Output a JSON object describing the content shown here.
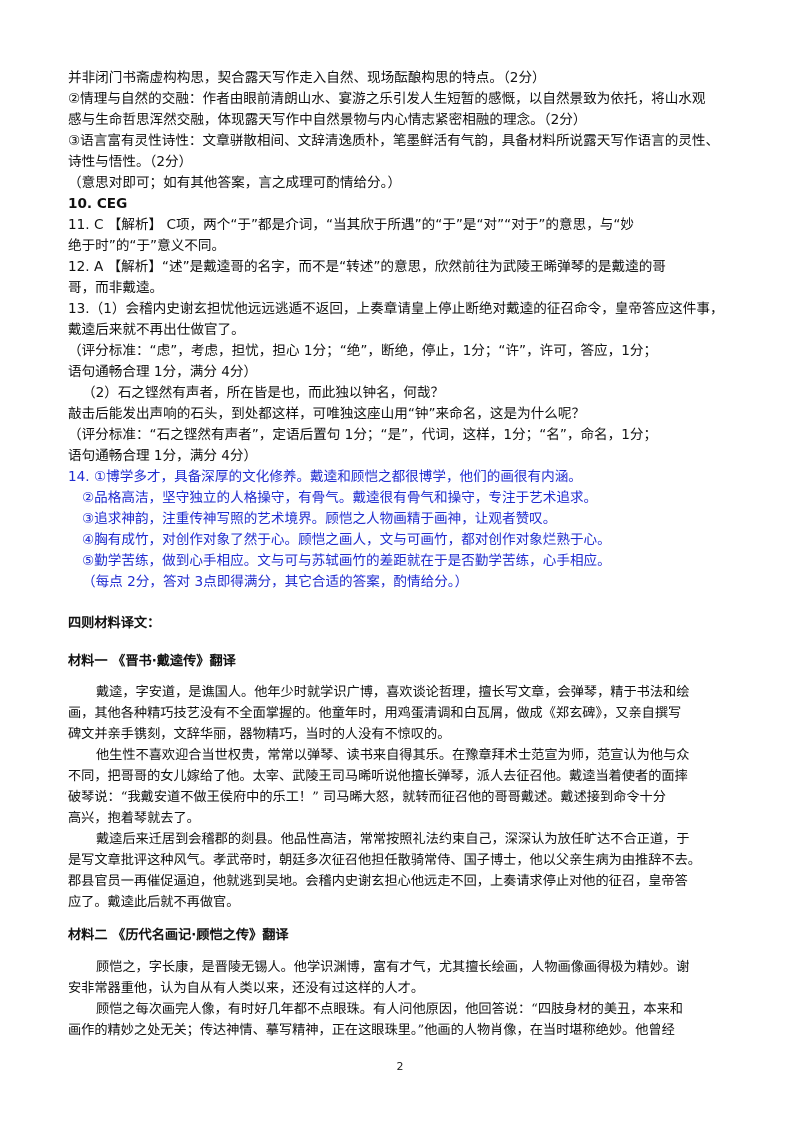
{
  "answers": [
    {
      "text": "并非闭门书斋虚构构思，契合露天写作走入自然、现场酝酿构思的特点。（2分）"
    },
    {
      "text": "②情理与自然的交融：作者由眼前清朗山水、宴游之乐引发人生短暂的感慨，以自然景致为依托，将山水观"
    },
    {
      "text": "感与生命哲思浑然交融，体现露天写作中自然景物与内心情志紧密相融的理念。（2分）"
    },
    {
      "text": "③语言富有灵性诗性：文章骈散相间、文辞清逸质朴，笔墨鲜活有气韵，具备材料所说露天写作语言的灵性、"
    },
    {
      "text": "诗性与悟性。（2分）"
    },
    {
      "text": "（意思对即可；如有其他答案，言之成理可酌情给分。）"
    },
    {
      "text": "10.   CEG"
    },
    {
      "text": "11. C  【解析】 C项，两个“于”都是介词，“当其欣于所遇”的“于”是“对”“对于”的意思，与“妙"
    },
    {
      "text": "绝于时”的“于”意义不同。"
    },
    {
      "text": "12.   A  【解析】“述”是戴逵哥的名字，而不是“转述”的意思，欣然前往为武陵王晞弹琴的是戴逵的哥"
    },
    {
      "text": "哥，而非戴逵。"
    },
    {
      "text": "13.（1）会稽内史谢玄担忧他远远逃遁不返回，上奏章请皇上停止断绝对戴逵的征召命令，皇帝答应这件事，"
    },
    {
      "text": "戴逵后来就不再出仕做官了。"
    },
    {
      "text": "（评分标准：“虑”，考虑，担忧，担心 1分；“绝”，断绝，停止，1分；“许”，许可，答应，1分；"
    },
    {
      "text": "语句通畅合理 1分，满分 4分）"
    },
    {
      "text": "（2）石之铿然有声者，所在皆是也，而此独以钟名，何哉？"
    },
    {
      "text": "敲击后能发出声响的石头，到处都这样，可唯独这座山用“钟”来命名，这是为什么呢？"
    },
    {
      "text": "（评分标准：“石之铿然有声者”，定语后置句 1分；“是”，代词，这样，1分；“名”，命名，1分；"
    },
    {
      "text": "语句通畅合理 1分，满分 4分）"
    },
    {
      "text": "14. ①博学多才，具备深厚的文化修养。戴逵和顾恺之都很博学，他们的画很有内涵。"
    },
    {
      "text": "②品格高洁，坚守独立的人格操守，有骨气。戴逵很有骨气和操守，专注于艺术追求。"
    },
    {
      "text": "③追求神韵，注重传神写照的艺术境界。顾恺之人物画精于画神，让观者赞叹。"
    },
    {
      "text": "④胸有成竹，对创作对象了然于心。顾恺之画人，文与可画竹，都对创作对象烂熟于心。"
    },
    {
      "text": "⑤勤学苦练，做到心手相应。文与可与苏轼画竹的差距就在于是否勤学苦练，心手相应。"
    },
    {
      "text": "（每点 2分，答对 3点即得满分，其它合适的答案，酌情给分。）"
    }
  ],
  "translations_heading": "四则材料译文：",
  "material1": {
    "heading": "材料一 《晋书·戴逵传》翻译",
    "lines": [
      "戴逵，字安道，是谯国人。他年少时就学识广博，喜欢谈论哲理，擅长写文章，会弹琴，精于书法和绘",
      "画，其他各种精巧技艺没有不全面掌握的。他童年时，用鸡蛋清调和白瓦屑，做成《郑玄碑》，又亲自撰写",
      "碑文并亲手镌刻，文辞华丽，器物精巧，当时的人没有不惊叹的。",
      "他生性不喜欢迎合当世权贵，常常以弹琴、读书来自得其乐。在豫章拜术士范宣为师，范宣认为他与众",
      "不同，把哥哥的女儿嫁给了他。太宰、武陵王司马晞听说他擅长弹琴，派人去征召他。戴逵当着使者的面摔",
      "破琴说：“我戴安道不做王侯府中的乐工！” 司马晞大怒，就转而征召他的哥哥戴述。戴述接到命令十分",
      "高兴，抱着琴就去了。",
      "戴逵后来迁居到会稽郡的剡县。他品性高洁，常常按照礼法约束自己，深深认为放任旷达不合正道，于",
      "是写文章批评这种风气。孝武帝时，朝廷多次征召他担任散骑常侍、国子博士，他以父亲生病为由推辞不去。",
      "郡县官员一再催促逼迫，他就逃到吴地。会稽内史谢玄担心他远走不回，上奏请求停止对他的征召，皇帝答",
      "应了。戴逵此后就不再做官。"
    ]
  },
  "material2": {
    "heading": "材料二 《历代名画记·顾恺之传》翻译",
    "lines": [
      "顾恺之，字长康，是晋陵无锡人。他学识渊博，富有才气，尤其擅长绘画，人物画像画得极为精妙。谢",
      "安非常器重他，认为自从有人类以来，还没有过这样的人才。",
      "顾恺之每次画完人像，有时好几年都不点眼珠。有人问他原因，他回答说：“四肢身材的美丑，本来和",
      "画作的精妙之处无关；传达神情、摹写精神，正在这眼珠里。”他画的人物肖像，在当时堪称绝妙。他曾经"
    ]
  },
  "page_number": "2"
}
